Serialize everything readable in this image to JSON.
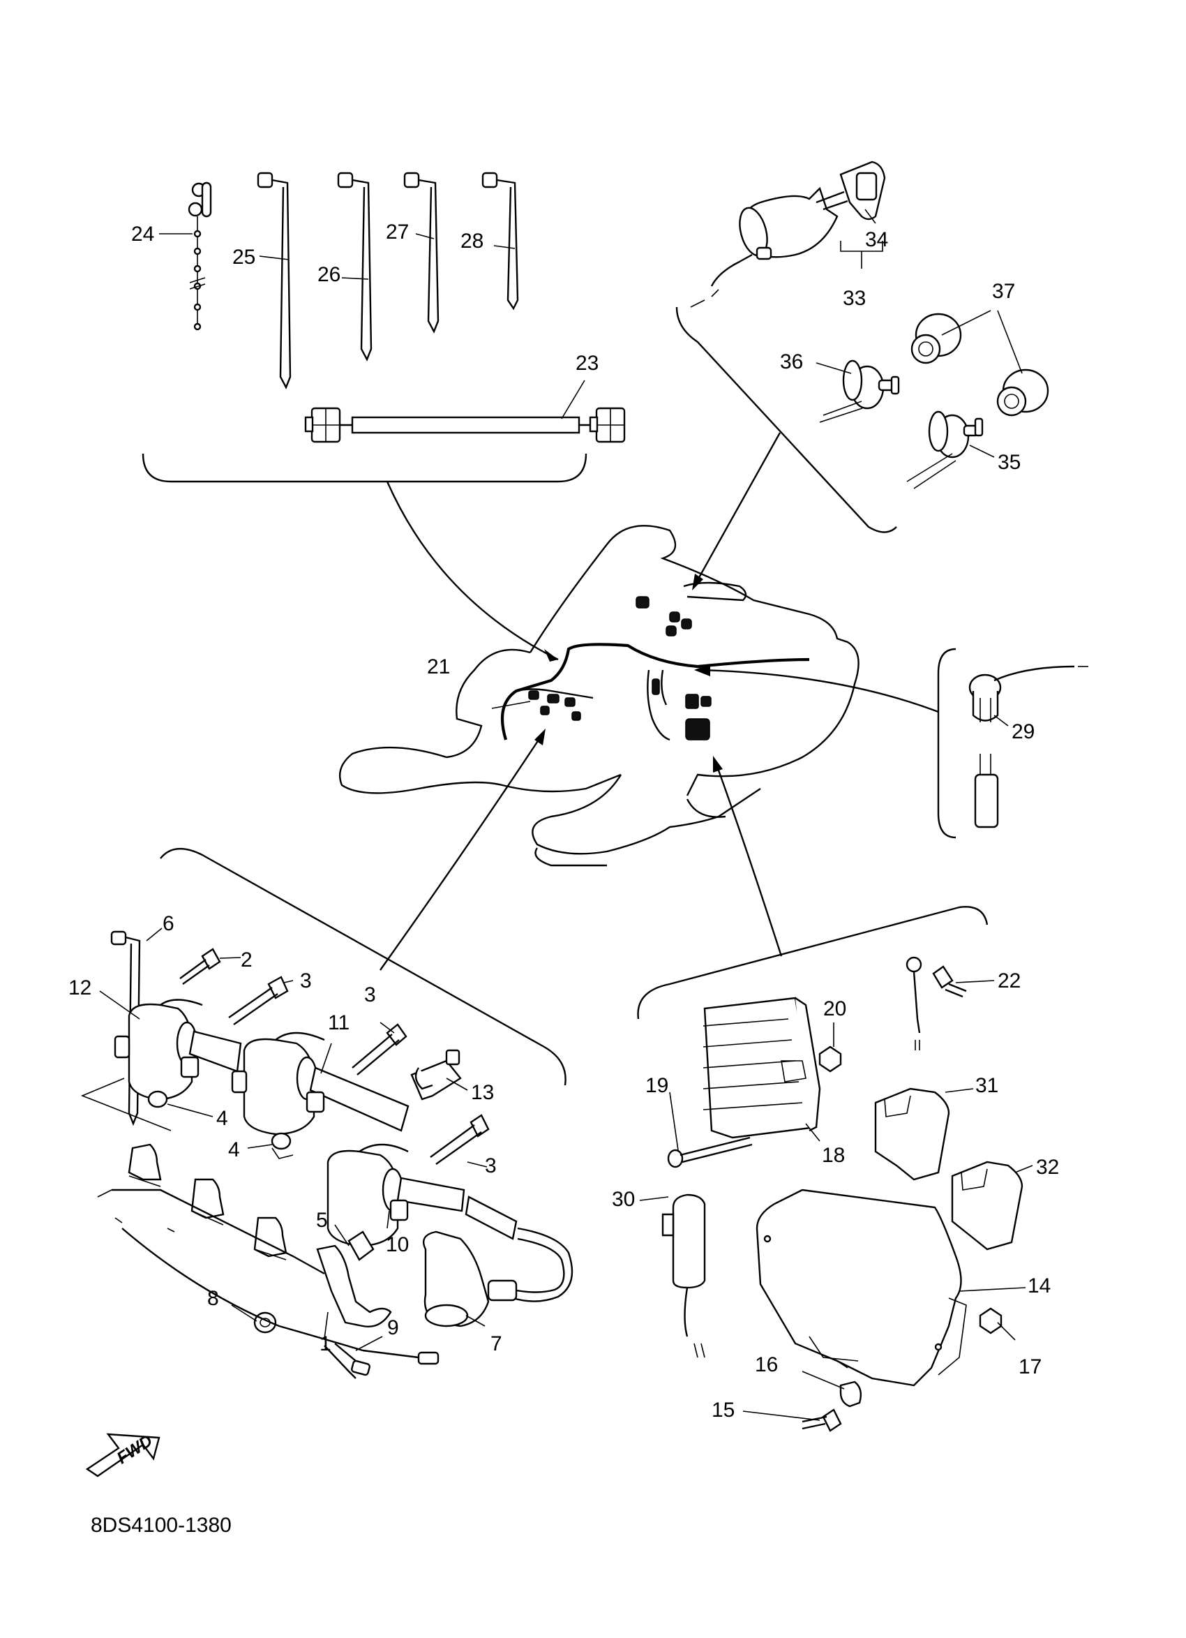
{
  "diagram_code": "8DS4100-1380",
  "fwd_label": "FWD",
  "callouts": {
    "c1": "1",
    "c2": "2",
    "c3a": "3",
    "c3b": "3",
    "c3c": "3",
    "c4a": "4",
    "c4b": "4",
    "c5": "5",
    "c6": "6",
    "c7": "7",
    "c8": "8",
    "c9": "9",
    "c10": "10",
    "c11": "11",
    "c12": "12",
    "c13": "13",
    "c14": "14",
    "c15": "15",
    "c16": "16",
    "c17": "17",
    "c18": "18",
    "c19": "19",
    "c20": "20",
    "c21": "21",
    "c22": "22",
    "c23": "23",
    "c24": "24",
    "c25": "25",
    "c26": "26",
    "c27": "27",
    "c28": "28",
    "c29": "29",
    "c30": "30",
    "c31": "31",
    "c32": "32",
    "c33": "33",
    "c34": "34",
    "c35": "35",
    "c36": "36",
    "c37": "37"
  }
}
